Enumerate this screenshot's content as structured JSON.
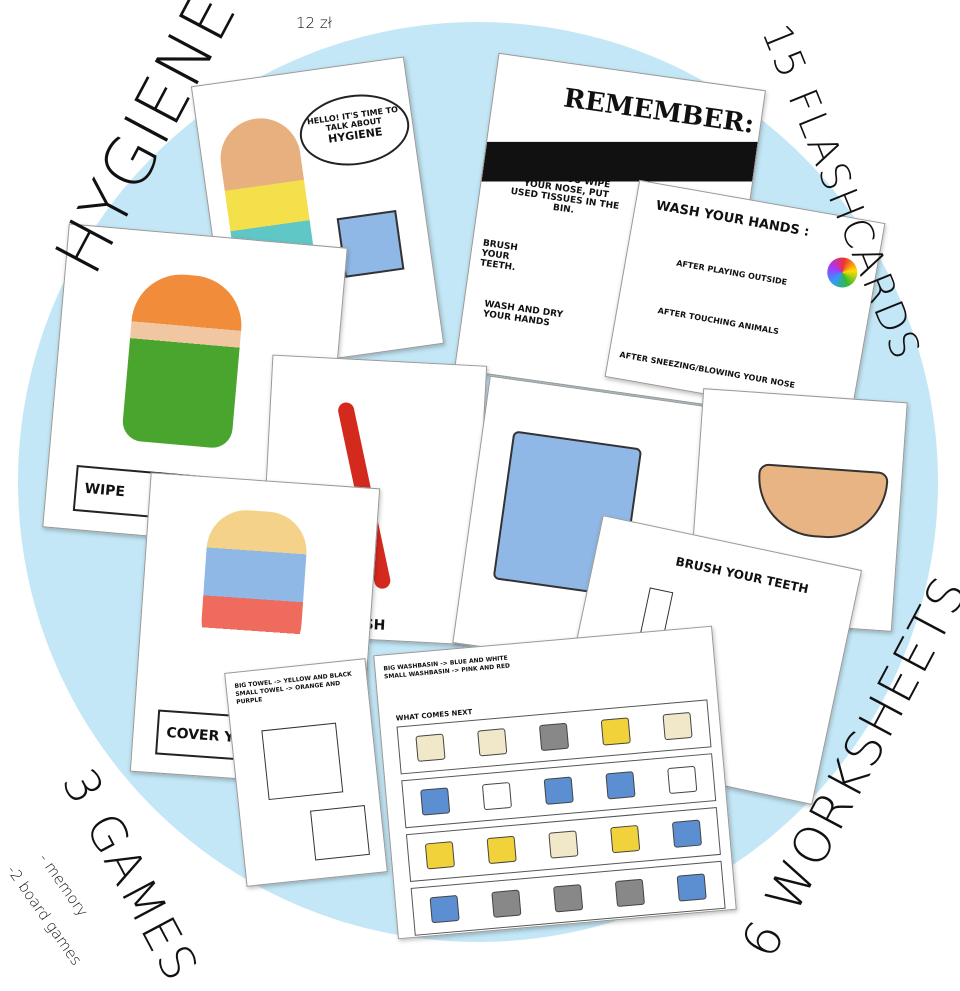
{
  "labels": {
    "title": "HYGIENE",
    "price": "12 zł",
    "flashcards": "15 FLASHCARDS",
    "worksheets": "6 WORKSHEETS",
    "games": "3 GAMES",
    "games_list": [
      "- memory",
      "-2 board games"
    ]
  },
  "posters": {
    "hello": {
      "speech": "HELLO! IT'S TIME TO TALK ABOUT",
      "topic": "HYGIENE"
    },
    "remember": {
      "title": "REMEMBER:",
      "items": [
        "AFTER YOU WIPE YOUR NOSE, PUT USED TISSUES IN THE BIN.",
        "BRUSH YOUR TEETH.",
        "WASH AND DRY YOUR HANDS"
      ]
    },
    "wash": {
      "title": "WASH YOUR HANDS :",
      "items": [
        "AFTER PLAYING OUTSIDE",
        "AFTER TOUCHING ANIMALS",
        "AFTER SNEEZING/BLOWING YOUR NOSE"
      ]
    }
  },
  "flashcards": {
    "wipe": "WIPE",
    "toothbrush": "THBRUSH",
    "cover": "COVER YOU",
    "brush": "BRUSH YOUR TEETH"
  },
  "worksheets": {
    "towel": [
      "BIG TOWEL -> YELLOW AND BLACK",
      "SMALL TOWEL -> ORANGE AND PURPLE"
    ],
    "basin": [
      "BIG WASHBASIN -> BLUE AND WHITE",
      "SMALL WASHBASIN -> PINK AND RED"
    ],
    "next": "WHAT COMES NEXT"
  },
  "colors": {
    "circle": "#c3e7f6",
    "towel": "#8fb8e6",
    "toothbrush": "#d42a1e",
    "dress": "#4aa52e"
  }
}
